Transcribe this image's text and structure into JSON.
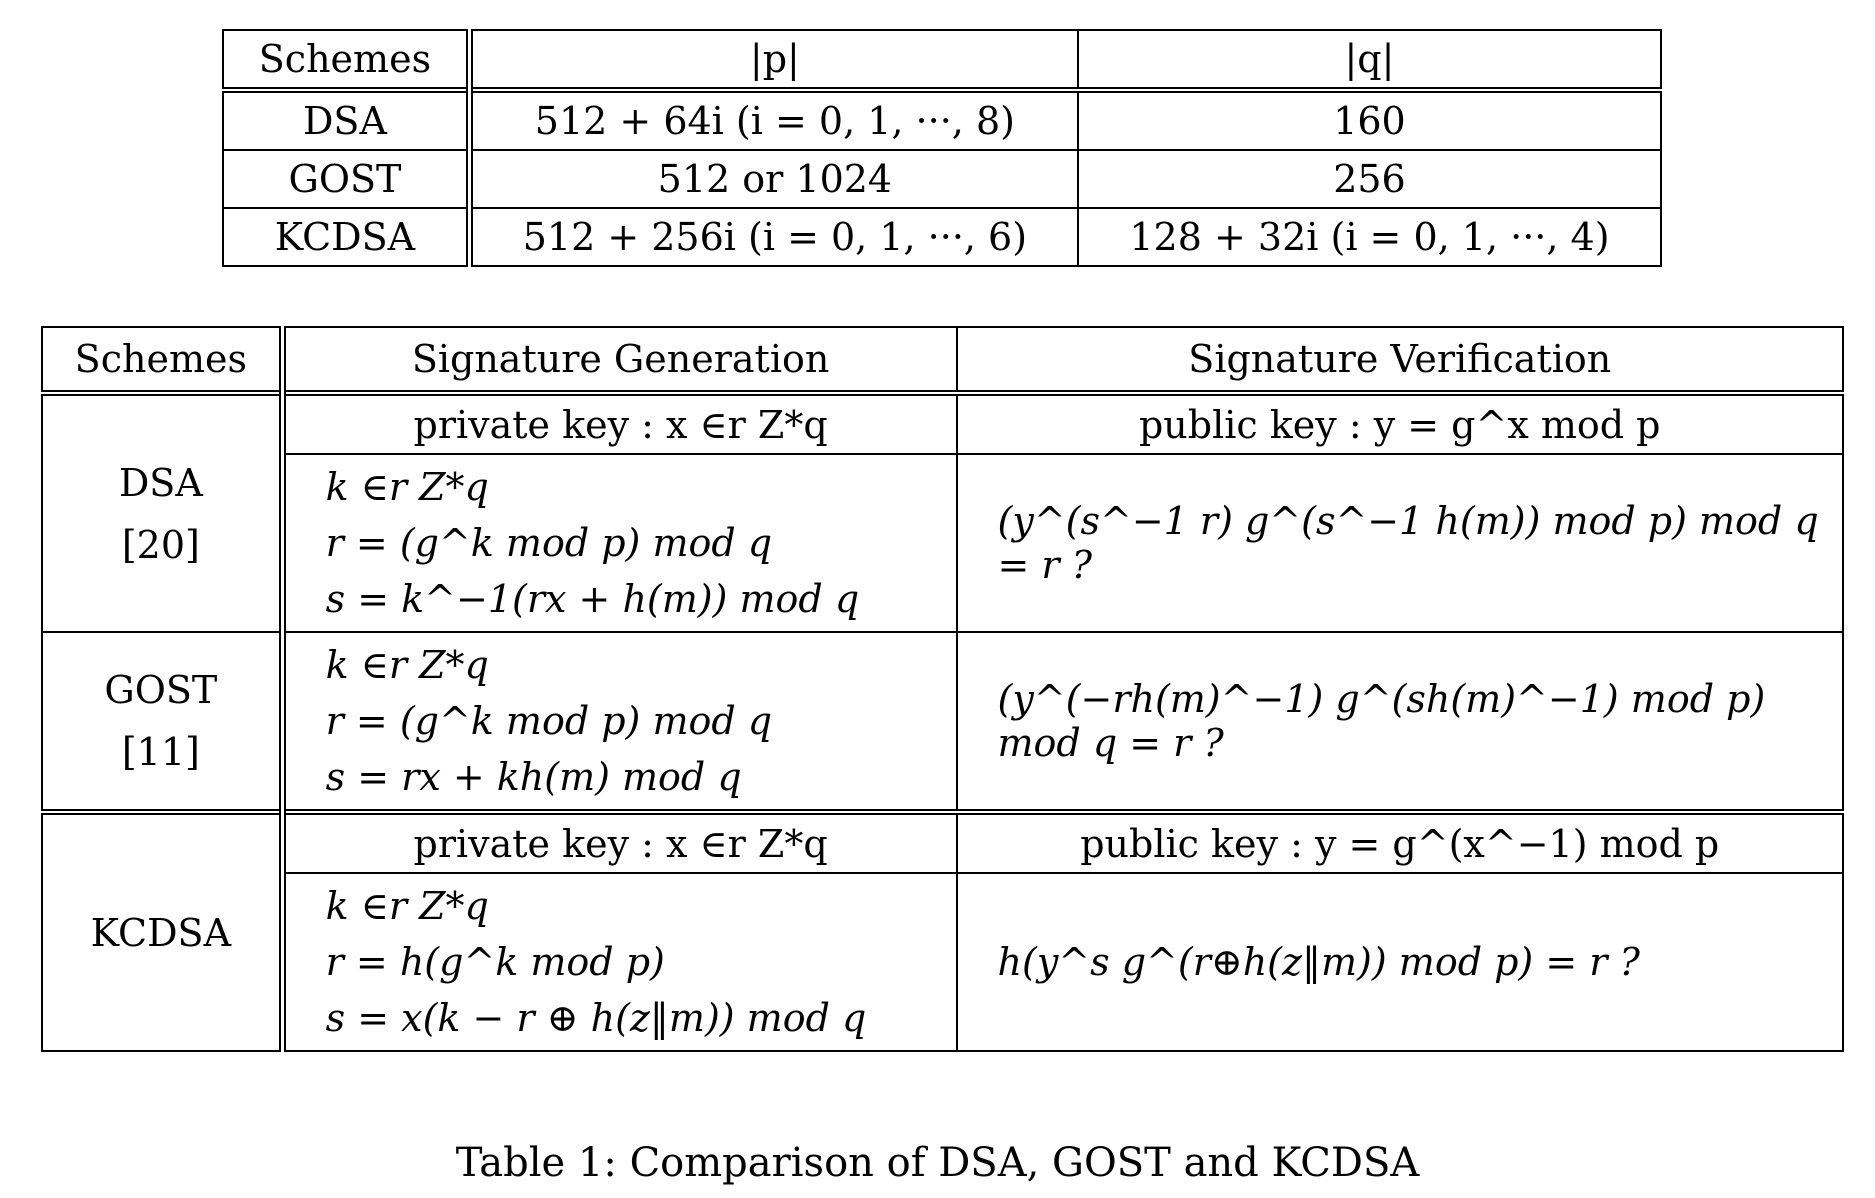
{
  "table1": {
    "headers": [
      "Schemes",
      "|p|",
      "|q|"
    ],
    "rows": [
      {
        "scheme": "DSA",
        "p": "512 + 64i (i = 0, 1, ···, 8)",
        "q": "160"
      },
      {
        "scheme": "GOST",
        "p": "512 or 1024",
        "q": "256"
      },
      {
        "scheme": "KCDSA",
        "p": "512 + 256i (i = 0, 1, ···, 6)",
        "q": "128 + 32i (i = 0, 1, ···, 4)"
      }
    ]
  },
  "table2": {
    "headers": [
      "Schemes",
      "Signature Generation",
      "Signature Verification"
    ],
    "dsa": {
      "name": "DSA",
      "ref": "[20]",
      "private_key": "private key : x ∈r Z*q",
      "public_key": "public key : y = g^x mod p",
      "gen": [
        "k ∈r Z*q",
        "r = (g^k mod p) mod q",
        "s = k^−1(rx + h(m)) mod q"
      ],
      "verify": "(y^(s^−1 r) g^(s^−1 h(m)) mod p) mod q = r ?"
    },
    "gost": {
      "name": "GOST",
      "ref": "[11]",
      "gen": [
        "k ∈r Z*q",
        "r = (g^k mod p) mod q",
        "s = rx + kh(m) mod q"
      ],
      "verify": "(y^(−rh(m)^−1) g^(sh(m)^−1) mod p) mod q = r ?"
    },
    "kcdsa": {
      "name": "KCDSA",
      "private_key": "private key : x ∈r Z*q",
      "public_key": "public key : y = g^(x^−1) mod p",
      "gen": [
        "k ∈r Z*q",
        "r = h(g^k mod p)",
        "s = x(k − r ⊕ h(z‖m)) mod q"
      ],
      "verify": "h(y^s g^(r⊕h(z‖m)) mod p) = r ?"
    }
  },
  "caption": "Table 1: Comparison of DSA, GOST and KCDSA"
}
